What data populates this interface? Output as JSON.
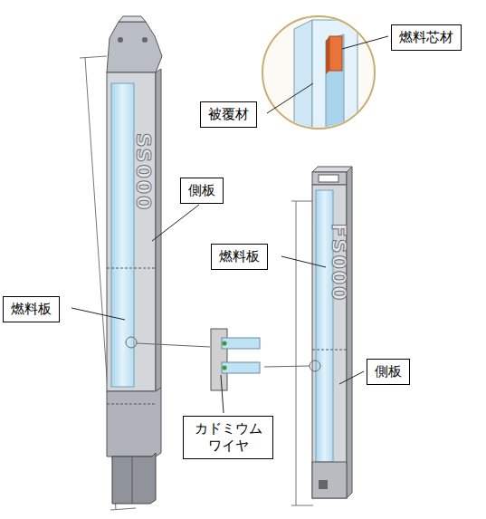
{
  "diagram": {
    "nodes": [
      {
        "text": [
          "燃料芯材"
        ]
      },
      {
        "text": [
          "被覆材"
        ]
      },
      {
        "text": [
          "側板"
        ]
      },
      {
        "text": [
          "燃料板"
        ]
      },
      {
        "text": [
          "燃料板"
        ]
      },
      {
        "text": [
          "側板"
        ]
      },
      {
        "text": [
          "カドミウム ワイヤ"
        ]
      }
    ],
    "labels": [
      "SS000",
      "FS000"
    ]
  }
}
